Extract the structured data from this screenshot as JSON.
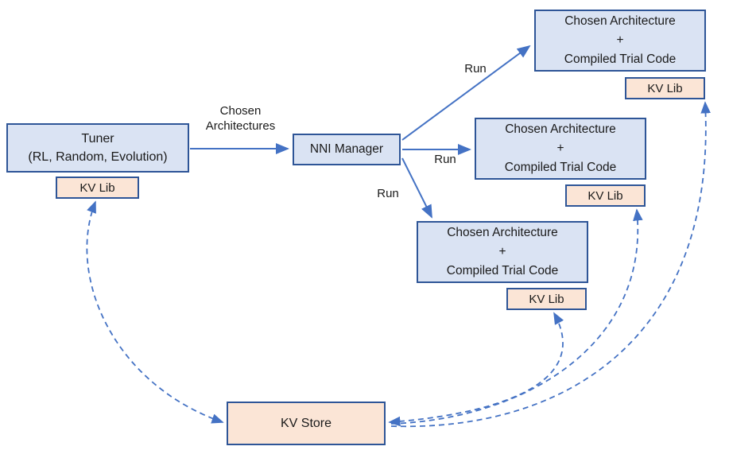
{
  "diagram": {
    "tuner": {
      "label": "Tuner\n(RL, Random, Evolution)",
      "kv_lib": "KV Lib"
    },
    "nni_manager": {
      "label": "NNI Manager"
    },
    "edge_labels": {
      "chosen_architectures": "Chosen\nArchitectures",
      "run_top": "Run",
      "run_middle": "Run",
      "run_bottom": "Run"
    },
    "trials": [
      {
        "label": "Chosen Architecture\n+\nCompiled Trial Code",
        "kv_lib": "KV Lib"
      },
      {
        "label": "Chosen Architecture\n+\nCompiled Trial Code",
        "kv_lib": "KV Lib"
      },
      {
        "label": "Chosen Architecture\n+\nCompiled Trial Code",
        "kv_lib": "KV Lib"
      }
    ],
    "kv_store": {
      "label": "KV Store"
    },
    "colors": {
      "node_fill": "#dae3f3",
      "kv_fill": "#fbe5d6",
      "border": "#2e5597",
      "arrow": "#4472c4",
      "text": "#1a1a1a"
    }
  }
}
